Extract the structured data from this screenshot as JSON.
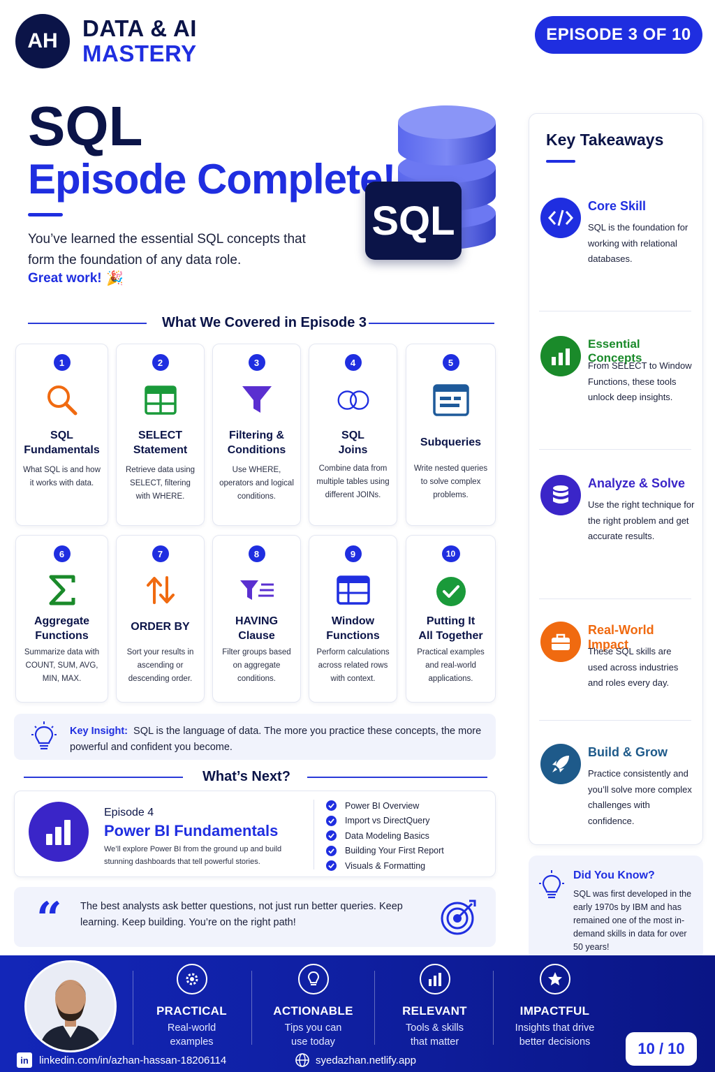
{
  "header": {
    "logo_initials": "AH",
    "brand_line1": "DATA & AI",
    "brand_line2": "MASTERY",
    "episode_badge": "EPISODE 3 OF 10"
  },
  "hero": {
    "title": "SQL",
    "subtitle": "Episode Complete!",
    "description": "You’ve learned the essential SQL concepts that form the foundation of any data role.",
    "great_work": "Great work!",
    "party_icon": "party-popper-icon",
    "badge_text": "SQL"
  },
  "covered": {
    "heading": "What We Covered in Episode 3",
    "cards": [
      {
        "num": "1",
        "title": "SQL\nFundamentals",
        "desc": "What SQL is and how it works with data.",
        "icon": "magnifier-icon"
      },
      {
        "num": "2",
        "title": "SELECT\nStatement",
        "desc": "Retrieve data using SELECT, filtering with WHERE.",
        "icon": "table-icon"
      },
      {
        "num": "3",
        "title": "Filtering &\nConditions",
        "desc": "Use WHERE, operators and logical conditions.",
        "icon": "funnel-icon"
      },
      {
        "num": "4",
        "title": "SQL\nJoins",
        "desc": "Combine data from multiple tables using different JOINs.",
        "icon": "join-rings-icon"
      },
      {
        "num": "5",
        "title": "Subqueries",
        "desc": "Write nested queries to solve complex problems.",
        "icon": "window-icon"
      },
      {
        "num": "6",
        "title": "Aggregate\nFunctions",
        "desc": "Summarize data with COUNT, SUM, AVG, MIN, MAX.",
        "icon": "sigma-icon"
      },
      {
        "num": "7",
        "title": "ORDER BY",
        "desc": "Sort your results in ascending or descending order.",
        "icon": "sort-arrows-icon"
      },
      {
        "num": "8",
        "title": "HAVING\nClause",
        "desc": "Filter groups based on aggregate conditions.",
        "icon": "filter-list-icon"
      },
      {
        "num": "9",
        "title": "Window\nFunctions",
        "desc": "Perform calculations across related rows with context.",
        "icon": "window-grid-icon"
      },
      {
        "num": "10",
        "title": "Putting It\nAll Together",
        "desc": "Practical examples and real-world applications.",
        "icon": "check-circle-icon"
      }
    ]
  },
  "insight": {
    "label": "Key Insight:",
    "text": "SQL is the language of data. The more you practice these concepts, the more powerful and confident you become."
  },
  "next": {
    "heading": "What’s Next?",
    "episode": "Episode 4",
    "title": "Power BI Fundamentals",
    "desc": "We’ll explore Power BI from the ground up and build stunning dashboards that tell powerful stories.",
    "topics": [
      "Power BI Overview",
      "Import vs DirectQuery",
      "Data Modeling Basics",
      "Building Your First Report",
      "Visuals & Formatting"
    ]
  },
  "quote": {
    "text": "The best analysts ask better questions, not just run better queries. Keep learning. Keep building. You’re on the right path!"
  },
  "takeaways": {
    "title": "Key Takeaways",
    "items": [
      {
        "title": "Core Skill",
        "desc": "SQL is the foundation for working with relational databases.",
        "color": "#1f2ee0",
        "icon": "code-icon"
      },
      {
        "title": "Essential Concepts",
        "desc": "From SELECT to Window Functions, these tools unlock deep insights.",
        "color": "#1a8a2a",
        "icon": "bar-chart-icon"
      },
      {
        "title": "Analyze & Solve",
        "desc": "Use the right technique for the right problem and get accurate results.",
        "color": "#3a25c8",
        "icon": "database-icon"
      },
      {
        "title": "Real-World Impact",
        "desc": "These SQL skills are used across industries and roles every day.",
        "color": "#f06a10",
        "icon": "briefcase-icon"
      },
      {
        "title": "Build & Grow",
        "desc": "Practice consistently and you’ll solve more complex challenges with confidence.",
        "color": "#1e5a8a",
        "icon": "rocket-icon"
      }
    ]
  },
  "did_you_know": {
    "title": "Did You Know?",
    "text": "SQL was first developed in the early 1970s by IBM and has remained one of the most in-demand skills in data for over 50 years!"
  },
  "footer": {
    "features": [
      {
        "title": "PRACTICAL",
        "desc": "Real-world examples",
        "icon": "gear-icon"
      },
      {
        "title": "ACTIONABLE",
        "desc": "Tips you can use today",
        "icon": "lightbulb-icon"
      },
      {
        "title": "RELEVANT",
        "desc": "Tools & skills that matter",
        "icon": "bar-chart-icon"
      },
      {
        "title": "IMPACTFUL",
        "desc": "Insights that drive better decisions",
        "icon": "star-icon"
      }
    ],
    "linkedin": "linkedin.com/in/azhan-hassan-18206114",
    "website": "syedazhan.netlify.app",
    "page": "10 / 10"
  },
  "colors": {
    "primary": "#1f2ee0",
    "navy": "#0b1448"
  }
}
